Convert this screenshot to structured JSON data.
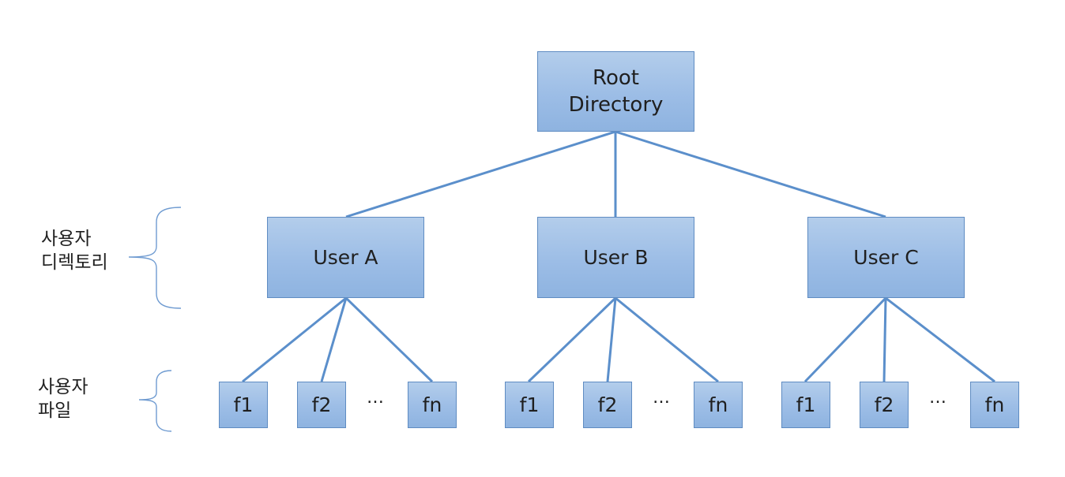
{
  "tree": {
    "root": {
      "line1": "Root",
      "line2": "Directory"
    },
    "users": [
      {
        "label": "User A",
        "files": [
          "f1",
          "f2",
          "fn"
        ]
      },
      {
        "label": "User B",
        "files": [
          "f1",
          "f2",
          "fn"
        ]
      },
      {
        "label": "User C",
        "files": [
          "f1",
          "f2",
          "fn"
        ]
      }
    ],
    "ellipsis": "…"
  },
  "side_labels": {
    "user_directory": {
      "line1": "사용자",
      "line2": "디렉토리"
    },
    "user_file": {
      "line1": "사용자",
      "line2": "파일"
    }
  },
  "colors": {
    "box_fill_top": "#b3cdeb",
    "box_fill_bottom": "#8eb3e0",
    "box_border": "#5f8cc2",
    "connector": "#5b8fcb",
    "brace": "#6f9bd1"
  }
}
